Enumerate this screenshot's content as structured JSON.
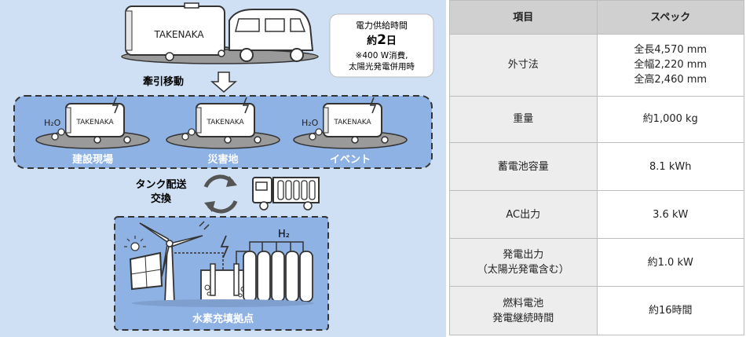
{
  "diagram": {
    "company": "TAKENAKA",
    "supply_box": {
      "title": "電力供給時間",
      "prefix": "約",
      "value": "2",
      "unit": "日",
      "note_line1": "※400 W消費,",
      "note_line2": "太陽光発電併用時"
    },
    "tow_label": "牽引移動",
    "h2o": "H₂O",
    "sites": [
      "建設現場",
      "災害地",
      "イベント"
    ],
    "tank_label_line1": "タンク配送",
    "tank_label_line2": "交換",
    "h2": "H₂",
    "station_label": "水素充填拠点"
  },
  "spec_table": {
    "headers": [
      "項目",
      "スペック"
    ],
    "rows": [
      {
        "item": "外寸法",
        "value": "全長4,570 mm\n全幅2,220 mm\n全高2,460 mm"
      },
      {
        "item": "重量",
        "value": "約1,000 kg"
      },
      {
        "item": "蓄電池容量",
        "value": "8.1 kWh"
      },
      {
        "item": "AC出力",
        "value": "3.6 kW"
      },
      {
        "item": "発電出力\n（太陽光発電含む）",
        "value": "約1.0 kW"
      },
      {
        "item": "燃料電池\n発電継続時間",
        "value": "約16時間"
      }
    ]
  },
  "colors": {
    "panel_bg": "#cfe0f4",
    "site_band": "#8fb2e4",
    "outline": "#333333",
    "header_gray": "#d0d0d0"
  }
}
